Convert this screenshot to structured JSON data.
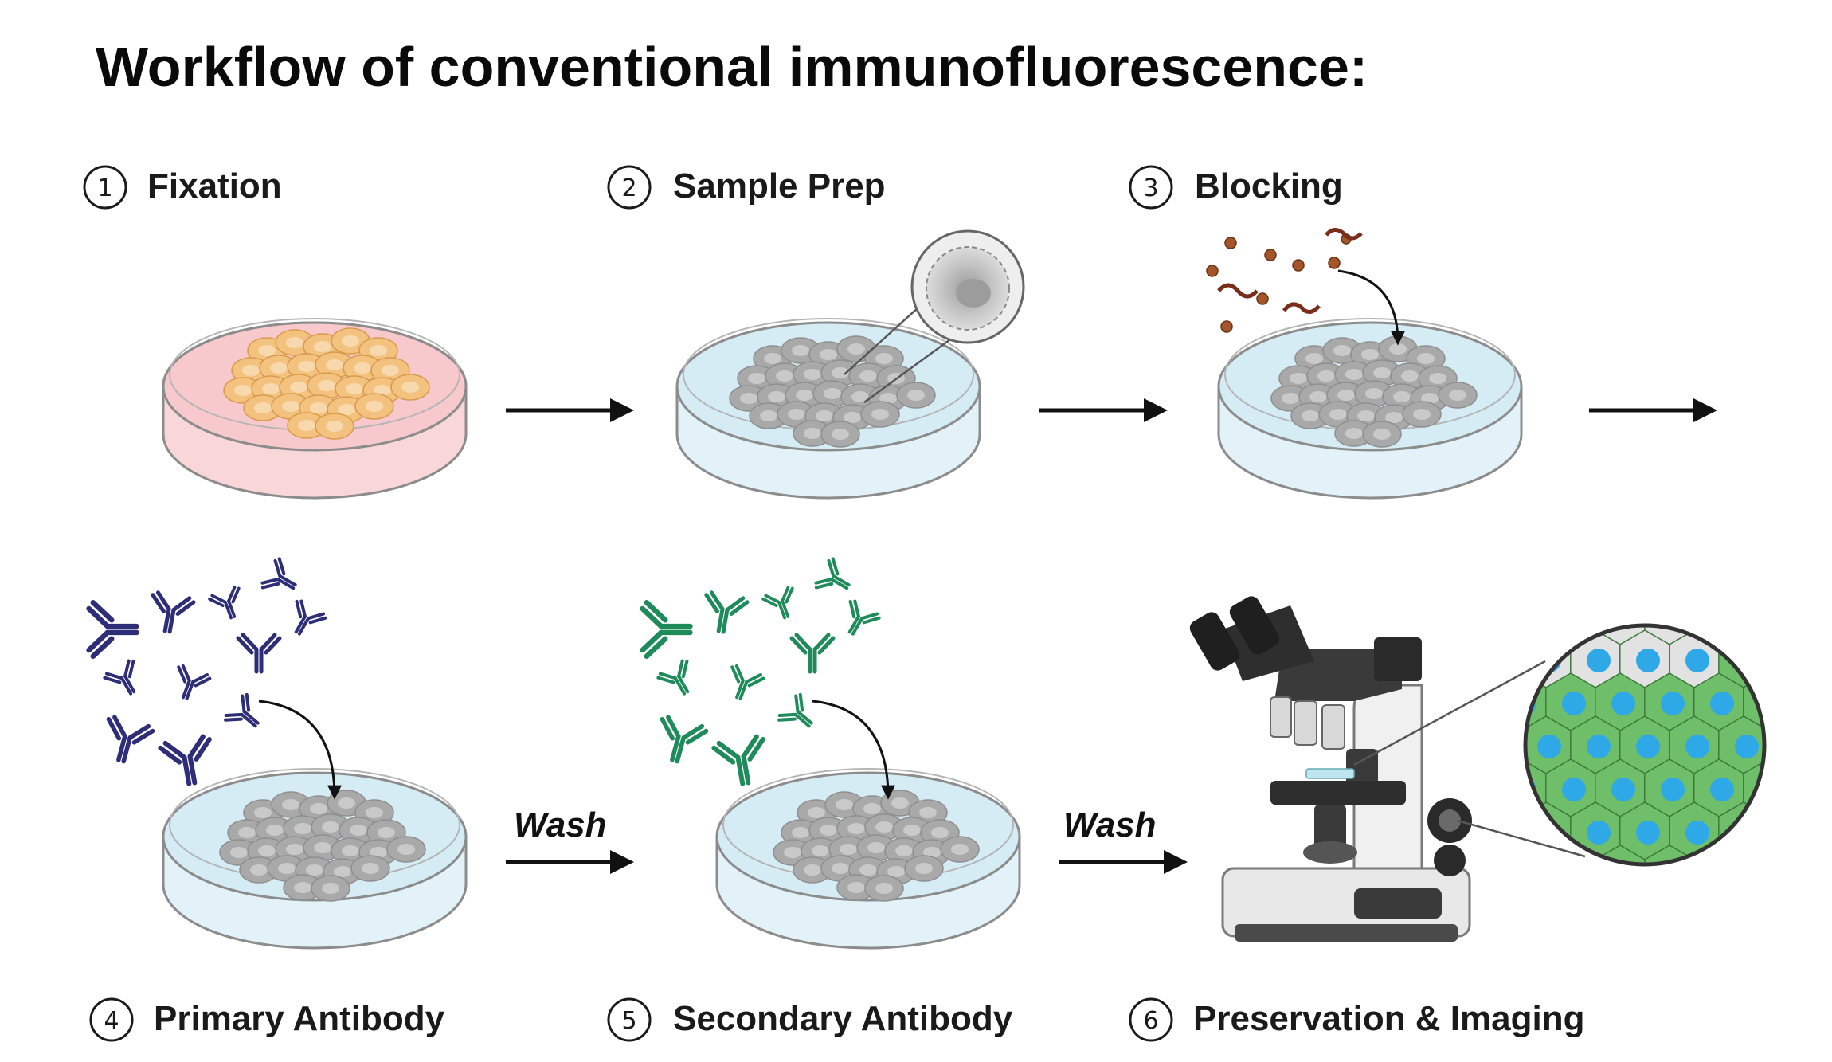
{
  "title": "Workflow of conventional immunofluorescence:",
  "steps": [
    {
      "num": "1",
      "label": "Fixation"
    },
    {
      "num": "2",
      "label": "Sample Prep"
    },
    {
      "num": "3",
      "label": "Blocking"
    },
    {
      "num": "4",
      "label": "Primary Antibody"
    },
    {
      "num": "5",
      "label": "Secondary Antibody"
    },
    {
      "num": "6",
      "label": "Preservation & Imaging"
    }
  ],
  "wash_labels": [
    "Wash",
    "Wash"
  ],
  "colors": {
    "fixation_medium": "#f7c9cc",
    "cell_orange": "#f3c27e",
    "buffer_blue": "#d6ecf5",
    "cell_gray": "#a9a9a9",
    "blocking_particle": "#a4552a",
    "primary_antibody": "#2e2d78",
    "secondary_antibody": "#1f8a5a",
    "stain_green": "#6fbf6a",
    "nucleus_blue": "#2ea8e6"
  }
}
